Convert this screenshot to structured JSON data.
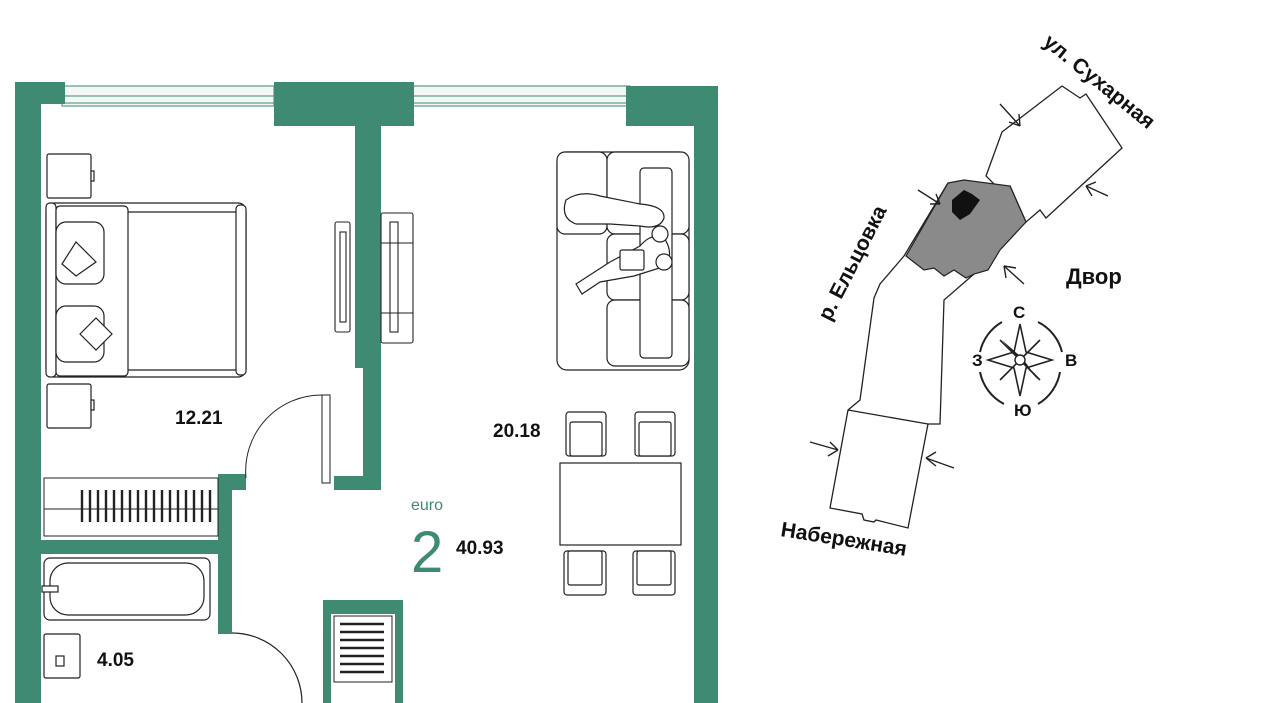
{
  "colors": {
    "wall": "#3e8a72",
    "accent": "#3e8a72",
    "line": "#222222",
    "unit_highlight": "#8a8a8a",
    "unit_mark": "#111111"
  },
  "plan": {
    "rooms": [
      {
        "id": "bedroom",
        "area": "12.21"
      },
      {
        "id": "living",
        "area": "20.18"
      },
      {
        "id": "bathroom",
        "area": "4.05"
      }
    ],
    "layout_type": "euro",
    "rooms_count": "2",
    "total_area": "40.93"
  },
  "site_map": {
    "streets": {
      "top": "ул. Сухарная",
      "left": "р. Ельцовка",
      "bottom": "Набережная",
      "yard": "Двор"
    },
    "compass": {
      "north": "С",
      "south": "Ю",
      "west": "З",
      "east": "В"
    },
    "icons": [
      "entrance-arrow-icon",
      "compass-rose-icon"
    ]
  }
}
